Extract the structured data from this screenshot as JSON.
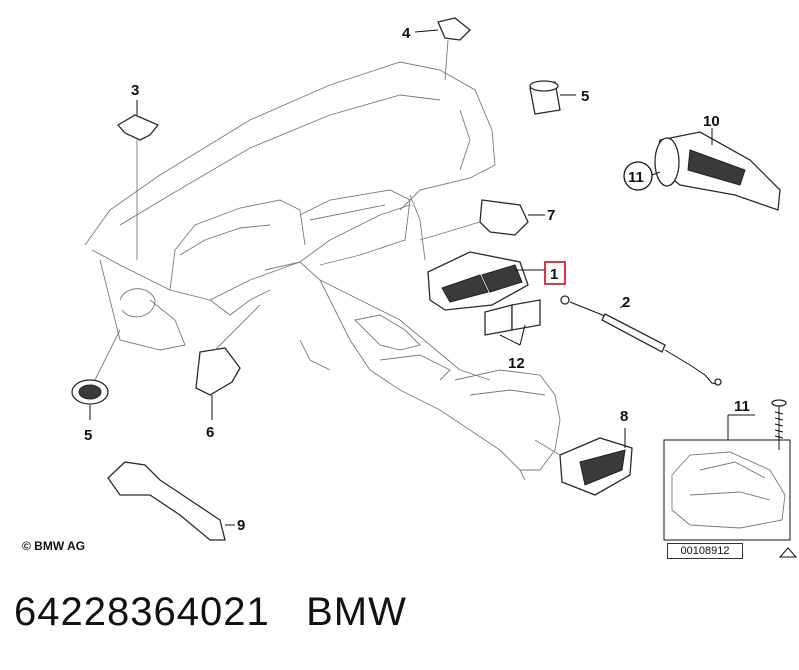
{
  "diagram": {
    "callouts": {
      "c1": "1",
      "c2": "2",
      "c3": "3",
      "c4": "4",
      "c5a": "5",
      "c5b": "5",
      "c6": "6",
      "c7": "7",
      "c8": "8",
      "c9": "9",
      "c10": "10",
      "c11a": "11",
      "c11b": "11",
      "c12": "12"
    },
    "highlight_color": "#d9252b",
    "copyright": "© BMW AG",
    "diagram_number": "00108912"
  },
  "footer": {
    "part_number": "64228364021",
    "brand": "BMW"
  }
}
